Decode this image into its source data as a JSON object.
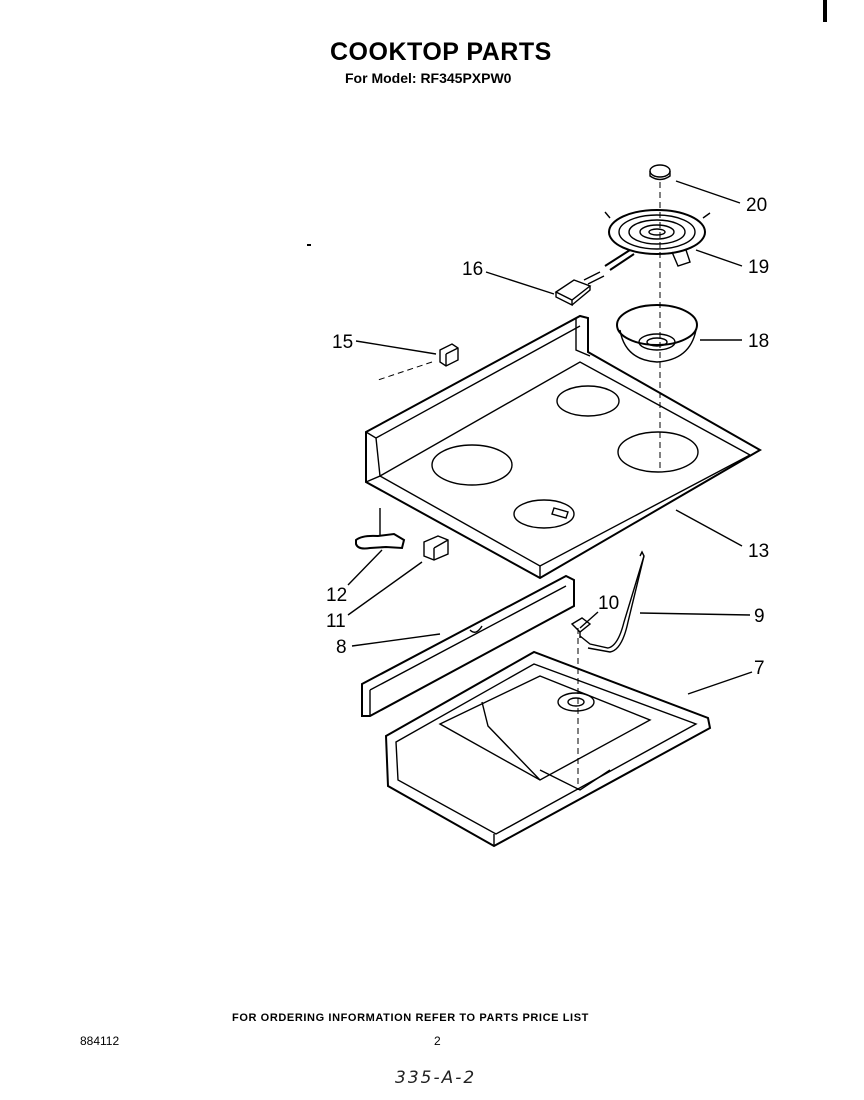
{
  "header": {
    "title": "COOKTOP PARTS",
    "model_label": "For Model:",
    "model_number": "RF345PXPW0"
  },
  "callouts": {
    "p20": "20",
    "p19": "19",
    "p16": "16",
    "p18": "18",
    "p15": "15",
    "p13": "13",
    "p12": "12",
    "p11": "11",
    "p10": "10",
    "p9": "9",
    "p8": "8",
    "p7": "7"
  },
  "footer": {
    "ordering_note": "FOR ORDERING INFORMATION REFER TO PARTS PRICE LIST",
    "document_number": "884112",
    "page_number": "2",
    "handwritten_code": "335-A-2"
  }
}
